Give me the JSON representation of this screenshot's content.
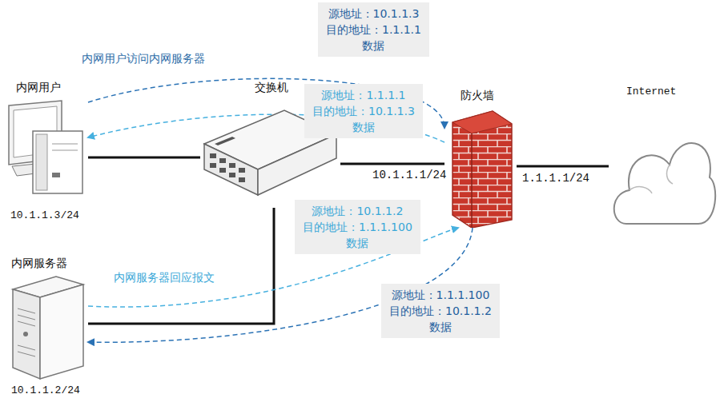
{
  "diagram": {
    "nodes": [
      {
        "text": [
          "源地址：10.1.1.3",
          "目的地址：1.1.1.1",
          "数据"
        ]
      },
      {
        "text": [
          "内网用户",
          "10.1.1.3/24"
        ]
      },
      {
        "text": [
          "交换机"
        ]
      },
      {
        "text": [
          "源地址：1.1.1.1",
          "目的地址：10.1.1.3",
          "数据"
        ]
      },
      {
        "text": [
          "防火墙"
        ]
      },
      {
        "text": [
          "Internet"
        ]
      },
      {
        "text": [
          "源地址：10.1.1.2",
          "目的地址：1.1.1.100",
          "数据"
        ]
      },
      {
        "text": [
          "内网服务器",
          "10.1.1.2/24"
        ]
      },
      {
        "text": [
          "源地址：1.1.1.100",
          "目的地址：10.1.1.2",
          "数据"
        ]
      }
    ],
    "edges": [
      {
        "from": 1,
        "to": 2,
        "arrow": "none"
      },
      {
        "from": 2,
        "to": 4,
        "arrow": "none",
        "label": "10.1.1.1/24"
      },
      {
        "from": 4,
        "to": 5,
        "arrow": "none",
        "label": "1.1.1.1/24"
      },
      {
        "from": 2,
        "to": 7,
        "arrow": "none"
      },
      {
        "from": 1,
        "to": 4,
        "arrow": "to",
        "label": "内网用户访问内网服务器"
      },
      {
        "from": 4,
        "to": 1,
        "arrow": "to"
      },
      {
        "from": 7,
        "to": 4,
        "arrow": "to",
        "label": "内网服务器回应报文"
      },
      {
        "from": 4,
        "to": 7,
        "arrow": "to"
      }
    ]
  }
}
